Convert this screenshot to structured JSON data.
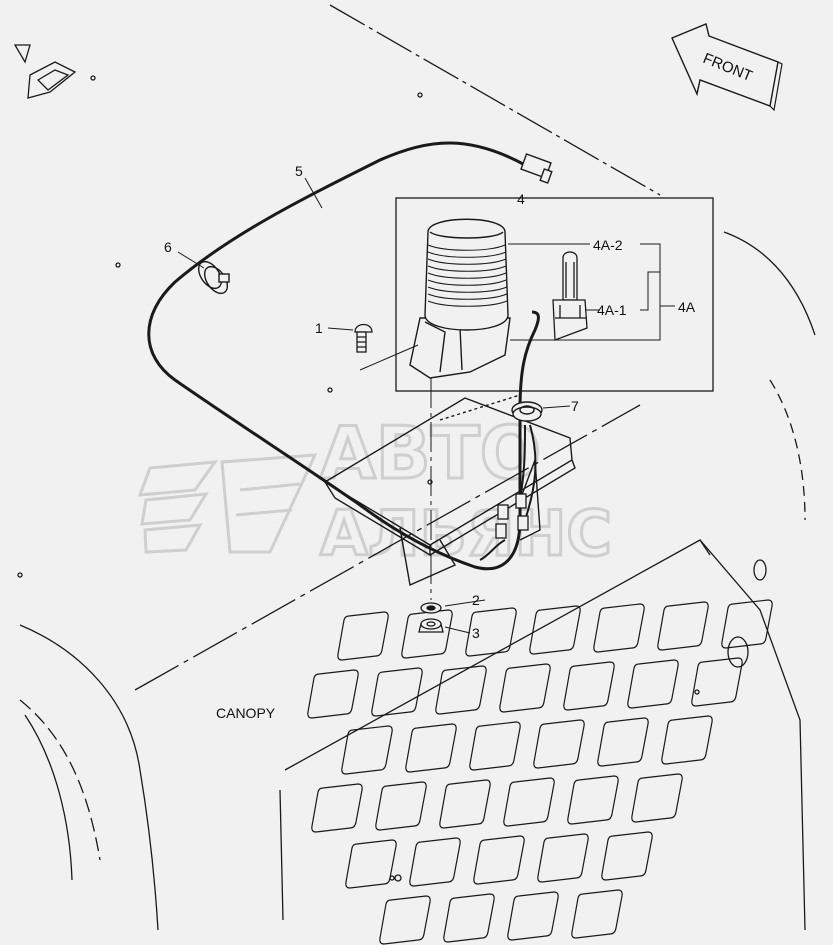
{
  "labels": {
    "p1": "1",
    "p2": "2",
    "p3": "3",
    "p4": "4",
    "p4a": "4A",
    "p4a1": "4A-1",
    "p4a2": "4A-2",
    "p5": "5",
    "p6": "6",
    "p7": "7",
    "canopy": "CANOPY",
    "front": "FRONT"
  },
  "watermark": {
    "line1": "АВТО",
    "line2": "АЛЬЯНС"
  },
  "colors": {
    "background": "#f1f1f1",
    "line": "#1a1a1a",
    "watermark": "#cfcfcf"
  }
}
